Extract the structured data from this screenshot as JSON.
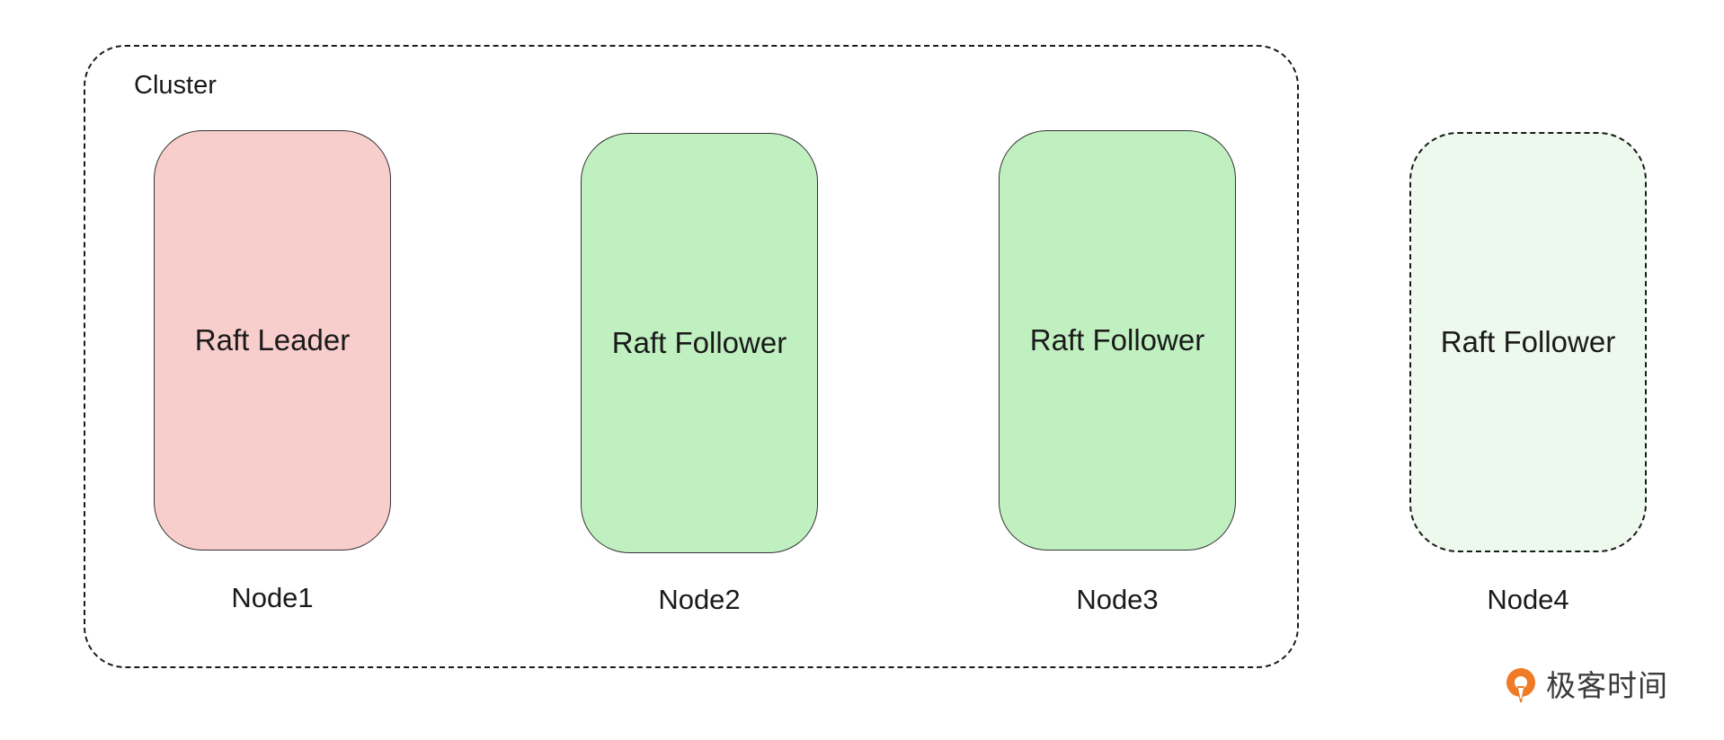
{
  "cluster": {
    "label": "Cluster"
  },
  "nodes": [
    {
      "role": "Raft Leader",
      "name": "Node1",
      "state": "leader",
      "fill": "#f8cecc",
      "in_cluster": true
    },
    {
      "role": "Raft Follower",
      "name": "Node2",
      "state": "follower",
      "fill": "#c0f0c0",
      "in_cluster": true
    },
    {
      "role": "Raft Follower",
      "name": "Node3",
      "state": "follower",
      "fill": "#c0f0c0",
      "in_cluster": true
    },
    {
      "role": "Raft Follower",
      "name": "Node4",
      "state": "pending",
      "fill": "#edf9ed",
      "in_cluster": false
    }
  ],
  "watermark": {
    "text": "极客时间",
    "logo_icon": "geektime-logo-icon",
    "logo_color": "#f07b26"
  }
}
